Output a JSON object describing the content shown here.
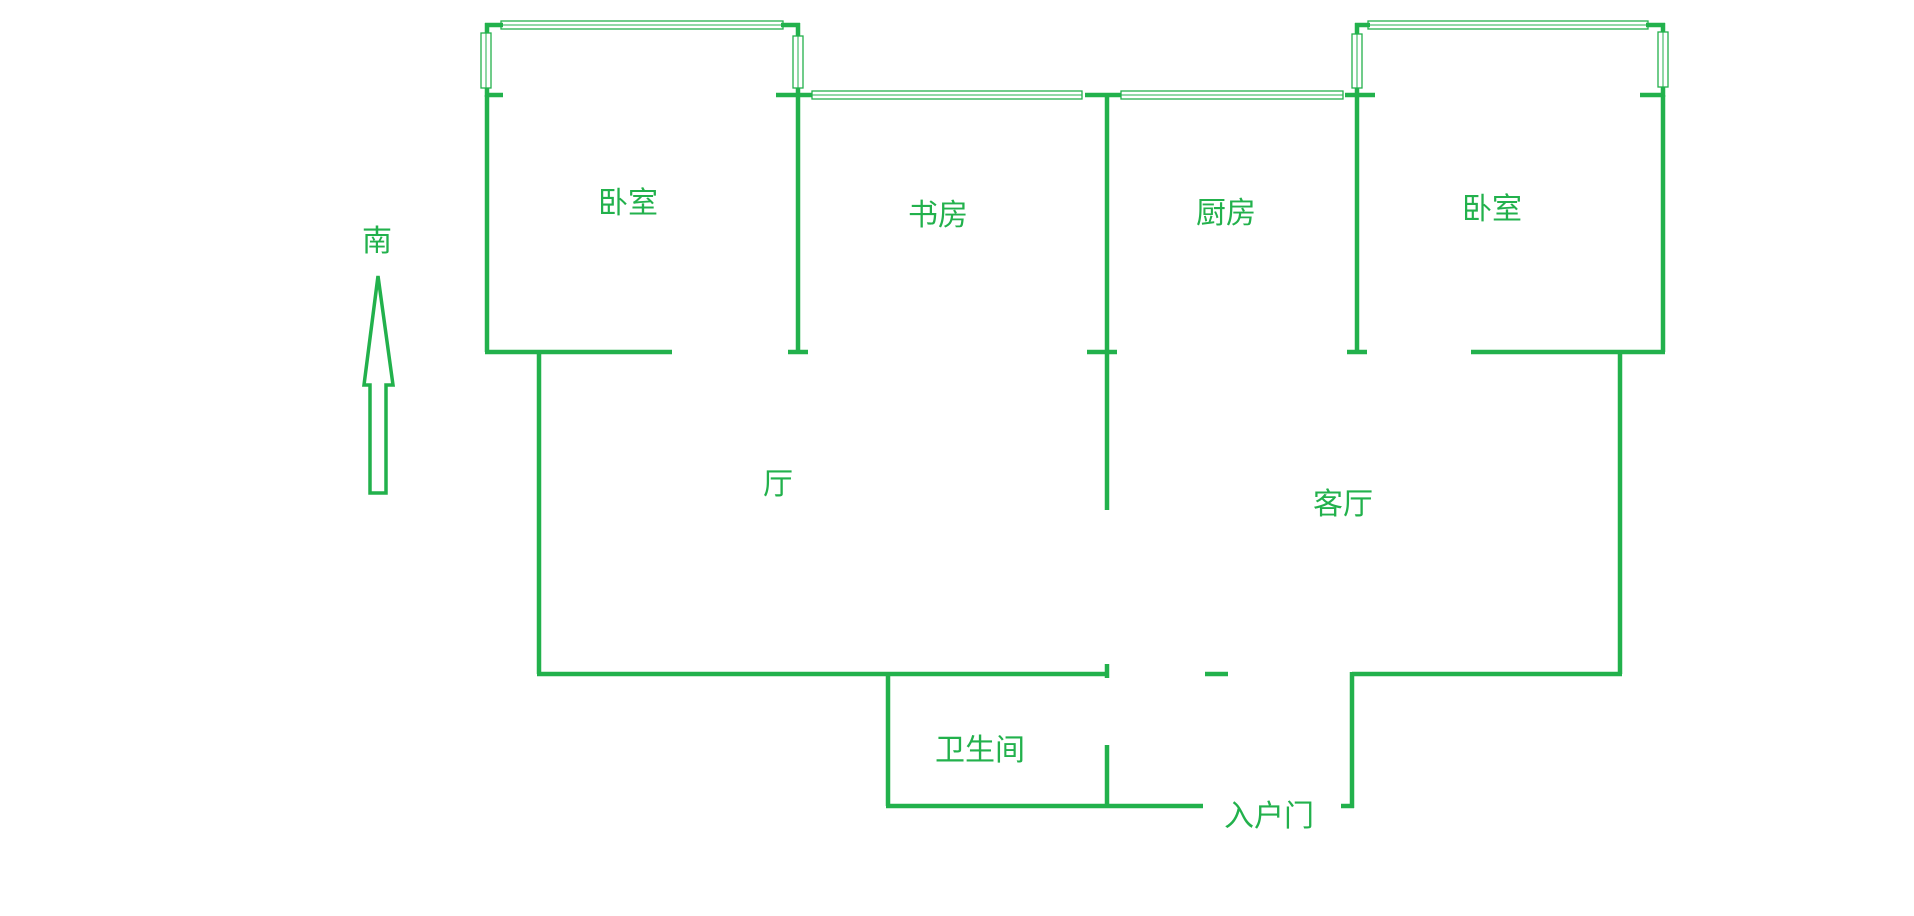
{
  "plan": {
    "line_color": "#22b14c",
    "background": "#ffffff",
    "compass": {
      "label": "南",
      "icon": "north-south-arrow-icon"
    },
    "rooms": {
      "bedroom_left": "卧室",
      "study": "书房",
      "kitchen": "厨房",
      "bedroom_right": "卧室",
      "hall": "厅",
      "living_room": "客厅",
      "bathroom": "卫生间",
      "entrance_door": "入户门"
    }
  }
}
